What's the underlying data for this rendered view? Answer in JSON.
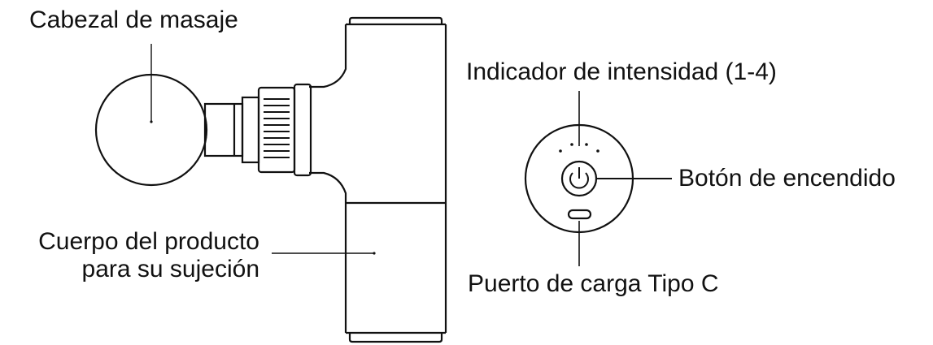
{
  "labels": {
    "massage_head": "Cabezal de masaje",
    "body_line1": "Cuerpo del producto",
    "body_line2": "para su sujeción",
    "intensity": "Indicador de intensidad (1-4)",
    "power_button": "Botón de encendido",
    "charging_port": "Puerto de carga Tipo C"
  },
  "colors": {
    "line": "#111111",
    "background": "#ffffff"
  },
  "icons": {
    "power": "power-icon",
    "usb_c": "usb-c-port-icon"
  }
}
